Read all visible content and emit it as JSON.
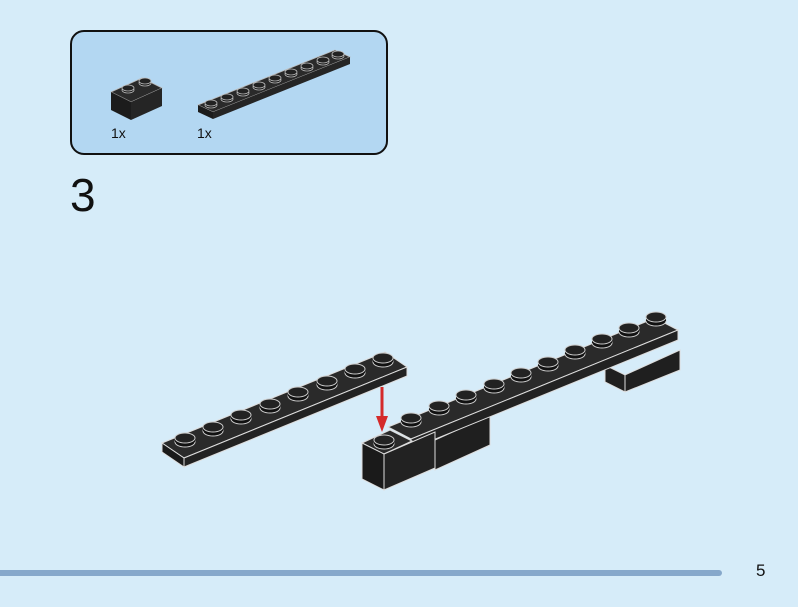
{
  "parts_box": {
    "items": [
      {
        "name": "1x2 brick",
        "color": "black",
        "quantity": "1x"
      },
      {
        "name": "1x10 plate",
        "color": "black",
        "quantity": "1x"
      }
    ]
  },
  "step": {
    "number": "3"
  },
  "footer": {
    "page_number": "5"
  },
  "colors": {
    "background": "#d6ecf9",
    "parts_box": "#b3d7f2",
    "brick": "#222222",
    "arrow": "#d42a2a",
    "page_line": "#86a8cb"
  }
}
